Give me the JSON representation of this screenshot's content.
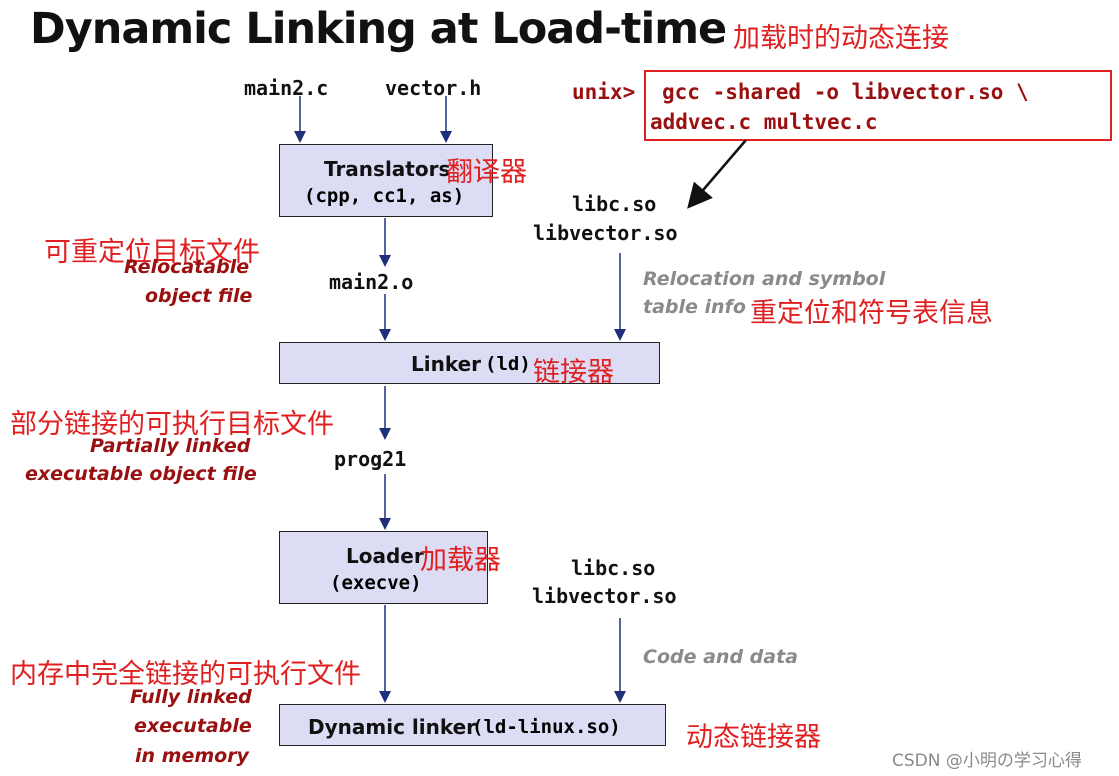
{
  "title": "Dynamic Linking at Load-time",
  "title_cn": "加载时的动态连接",
  "inputs": {
    "main2c": "main2.c",
    "vectorh": "vector.h"
  },
  "command": {
    "prompt": "unix>",
    "line1": "gcc -shared -o libvector.so \\",
    "line2": "addvec.c multvec.c"
  },
  "translators": {
    "label": "Translators",
    "cn": "翻译器",
    "args": "(cpp, cc1, as)"
  },
  "shared_libs_top": {
    "lib1": "libc.so",
    "lib2": "libvector.so"
  },
  "relocatable": {
    "cn": "可重定位目标文件",
    "line1": "Relocatable",
    "line2": "object file"
  },
  "main2o": "main2.o",
  "reloc_info": {
    "line1": "Relocation and symbol",
    "line2": "table info",
    "cn": "重定位和符号表信息"
  },
  "linker": {
    "label": "Linker",
    "code": "(ld)",
    "cn": "链接器"
  },
  "partial": {
    "cn": "部分链接的可执行目标文件",
    "line1": "Partially linked",
    "line2": "executable object file"
  },
  "prog": "prog21",
  "loader": {
    "label": "Loader",
    "cn": "加载器",
    "args": "(execve)"
  },
  "shared_libs_bottom": {
    "lib1": "libc.so",
    "lib2": "libvector.so"
  },
  "full": {
    "cn": "内存中完全链接的可执行文件",
    "line1": "Fully linked",
    "line2": "executable",
    "line3": "in memory"
  },
  "code_data": "Code and data",
  "dyn_linker": {
    "label": "Dynamic linker",
    "code": "(ld-linux.so)",
    "cn": "动态链接器"
  },
  "watermark": "CSDN @小明の学习心得",
  "colors": {
    "cn_annotation": "#e02020",
    "note_red": "#9a1010",
    "note_grey": "#8a8a8a",
    "box_fill": "#dcdcf4",
    "arrow": "#1f2f7a"
  }
}
